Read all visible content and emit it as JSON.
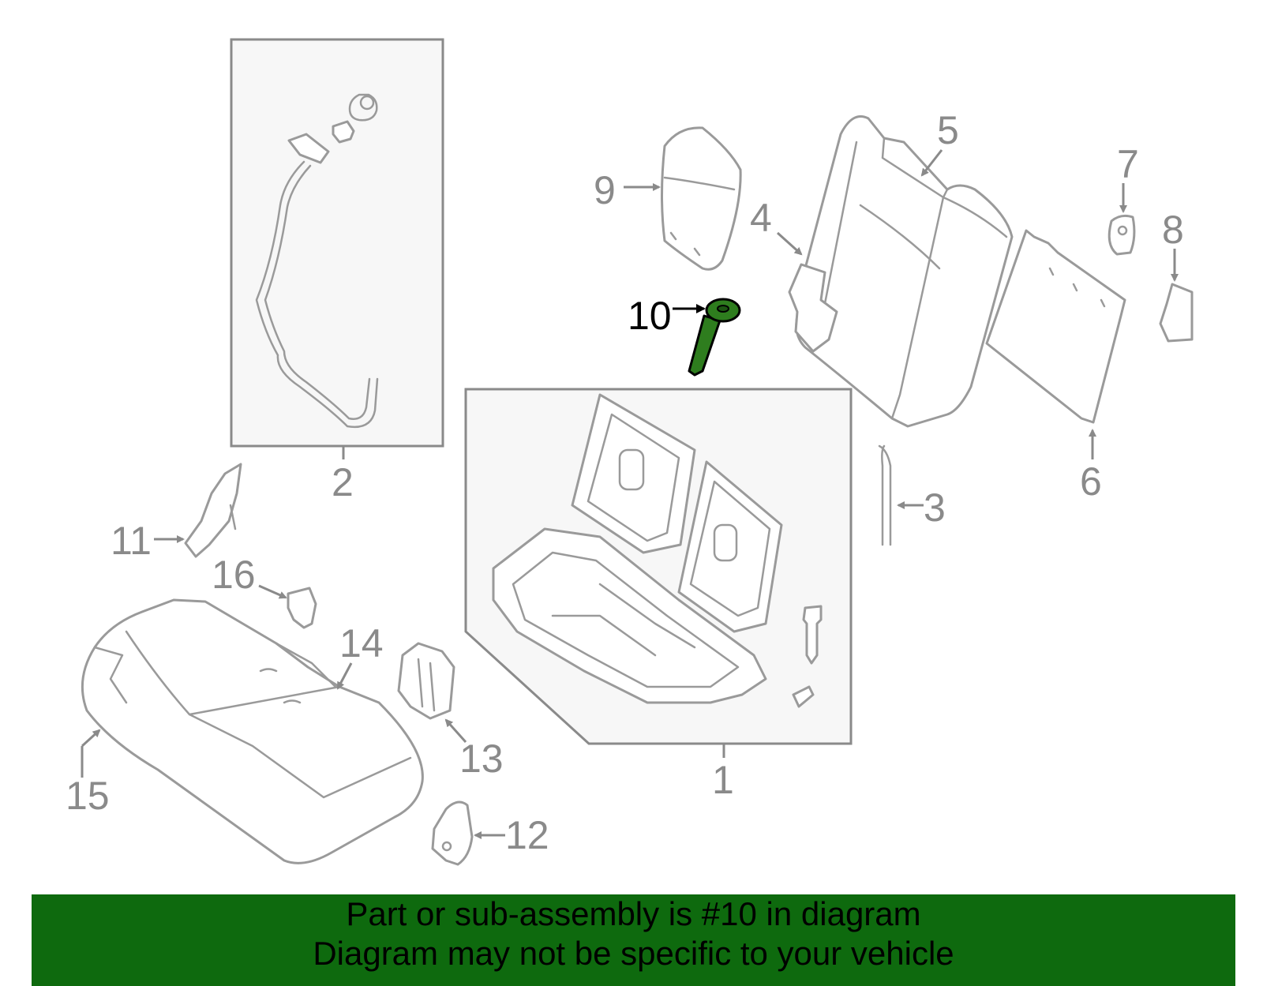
{
  "callouts": {
    "c1": "1",
    "c2": "2",
    "c3": "3",
    "c4": "4",
    "c5": "5",
    "c6": "6",
    "c7": "7",
    "c8": "8",
    "c9": "9",
    "c10": "10",
    "c11": "11",
    "c12": "12",
    "c13": "13",
    "c14": "14",
    "c15": "15",
    "c16": "16"
  },
  "highlight": {
    "part_number": "10",
    "color": "#2e7d1e"
  },
  "footer": {
    "line1": "Part or sub-assembly is #10 in diagram",
    "line2": "Diagram may not be specific to your vehicle",
    "background": "#0e6a0e"
  }
}
